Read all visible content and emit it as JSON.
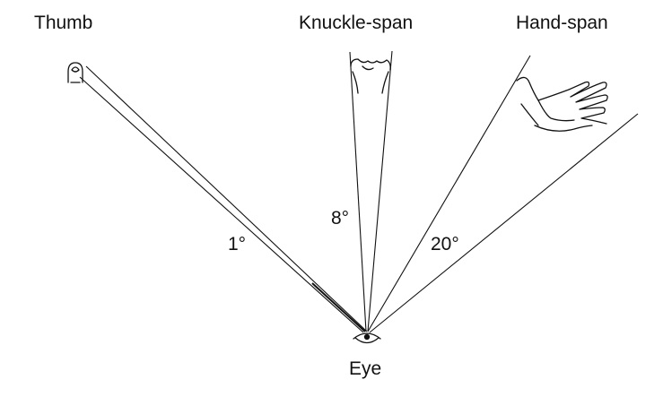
{
  "labels": {
    "thumb": "Thumb",
    "knuckle_span": "Knuckle-span",
    "hand_span": "Hand-span",
    "eye": "Eye"
  },
  "angles": {
    "thumb": "1°",
    "knuckle_span": "8°",
    "hand_span": "20°"
  },
  "icons": {
    "thumb": "thumb-icon",
    "knuckles": "knuckles-icon",
    "hand": "hand-icon",
    "eye": "eye-icon"
  },
  "colors": {
    "ink": "#111111",
    "background": "#ffffff"
  }
}
